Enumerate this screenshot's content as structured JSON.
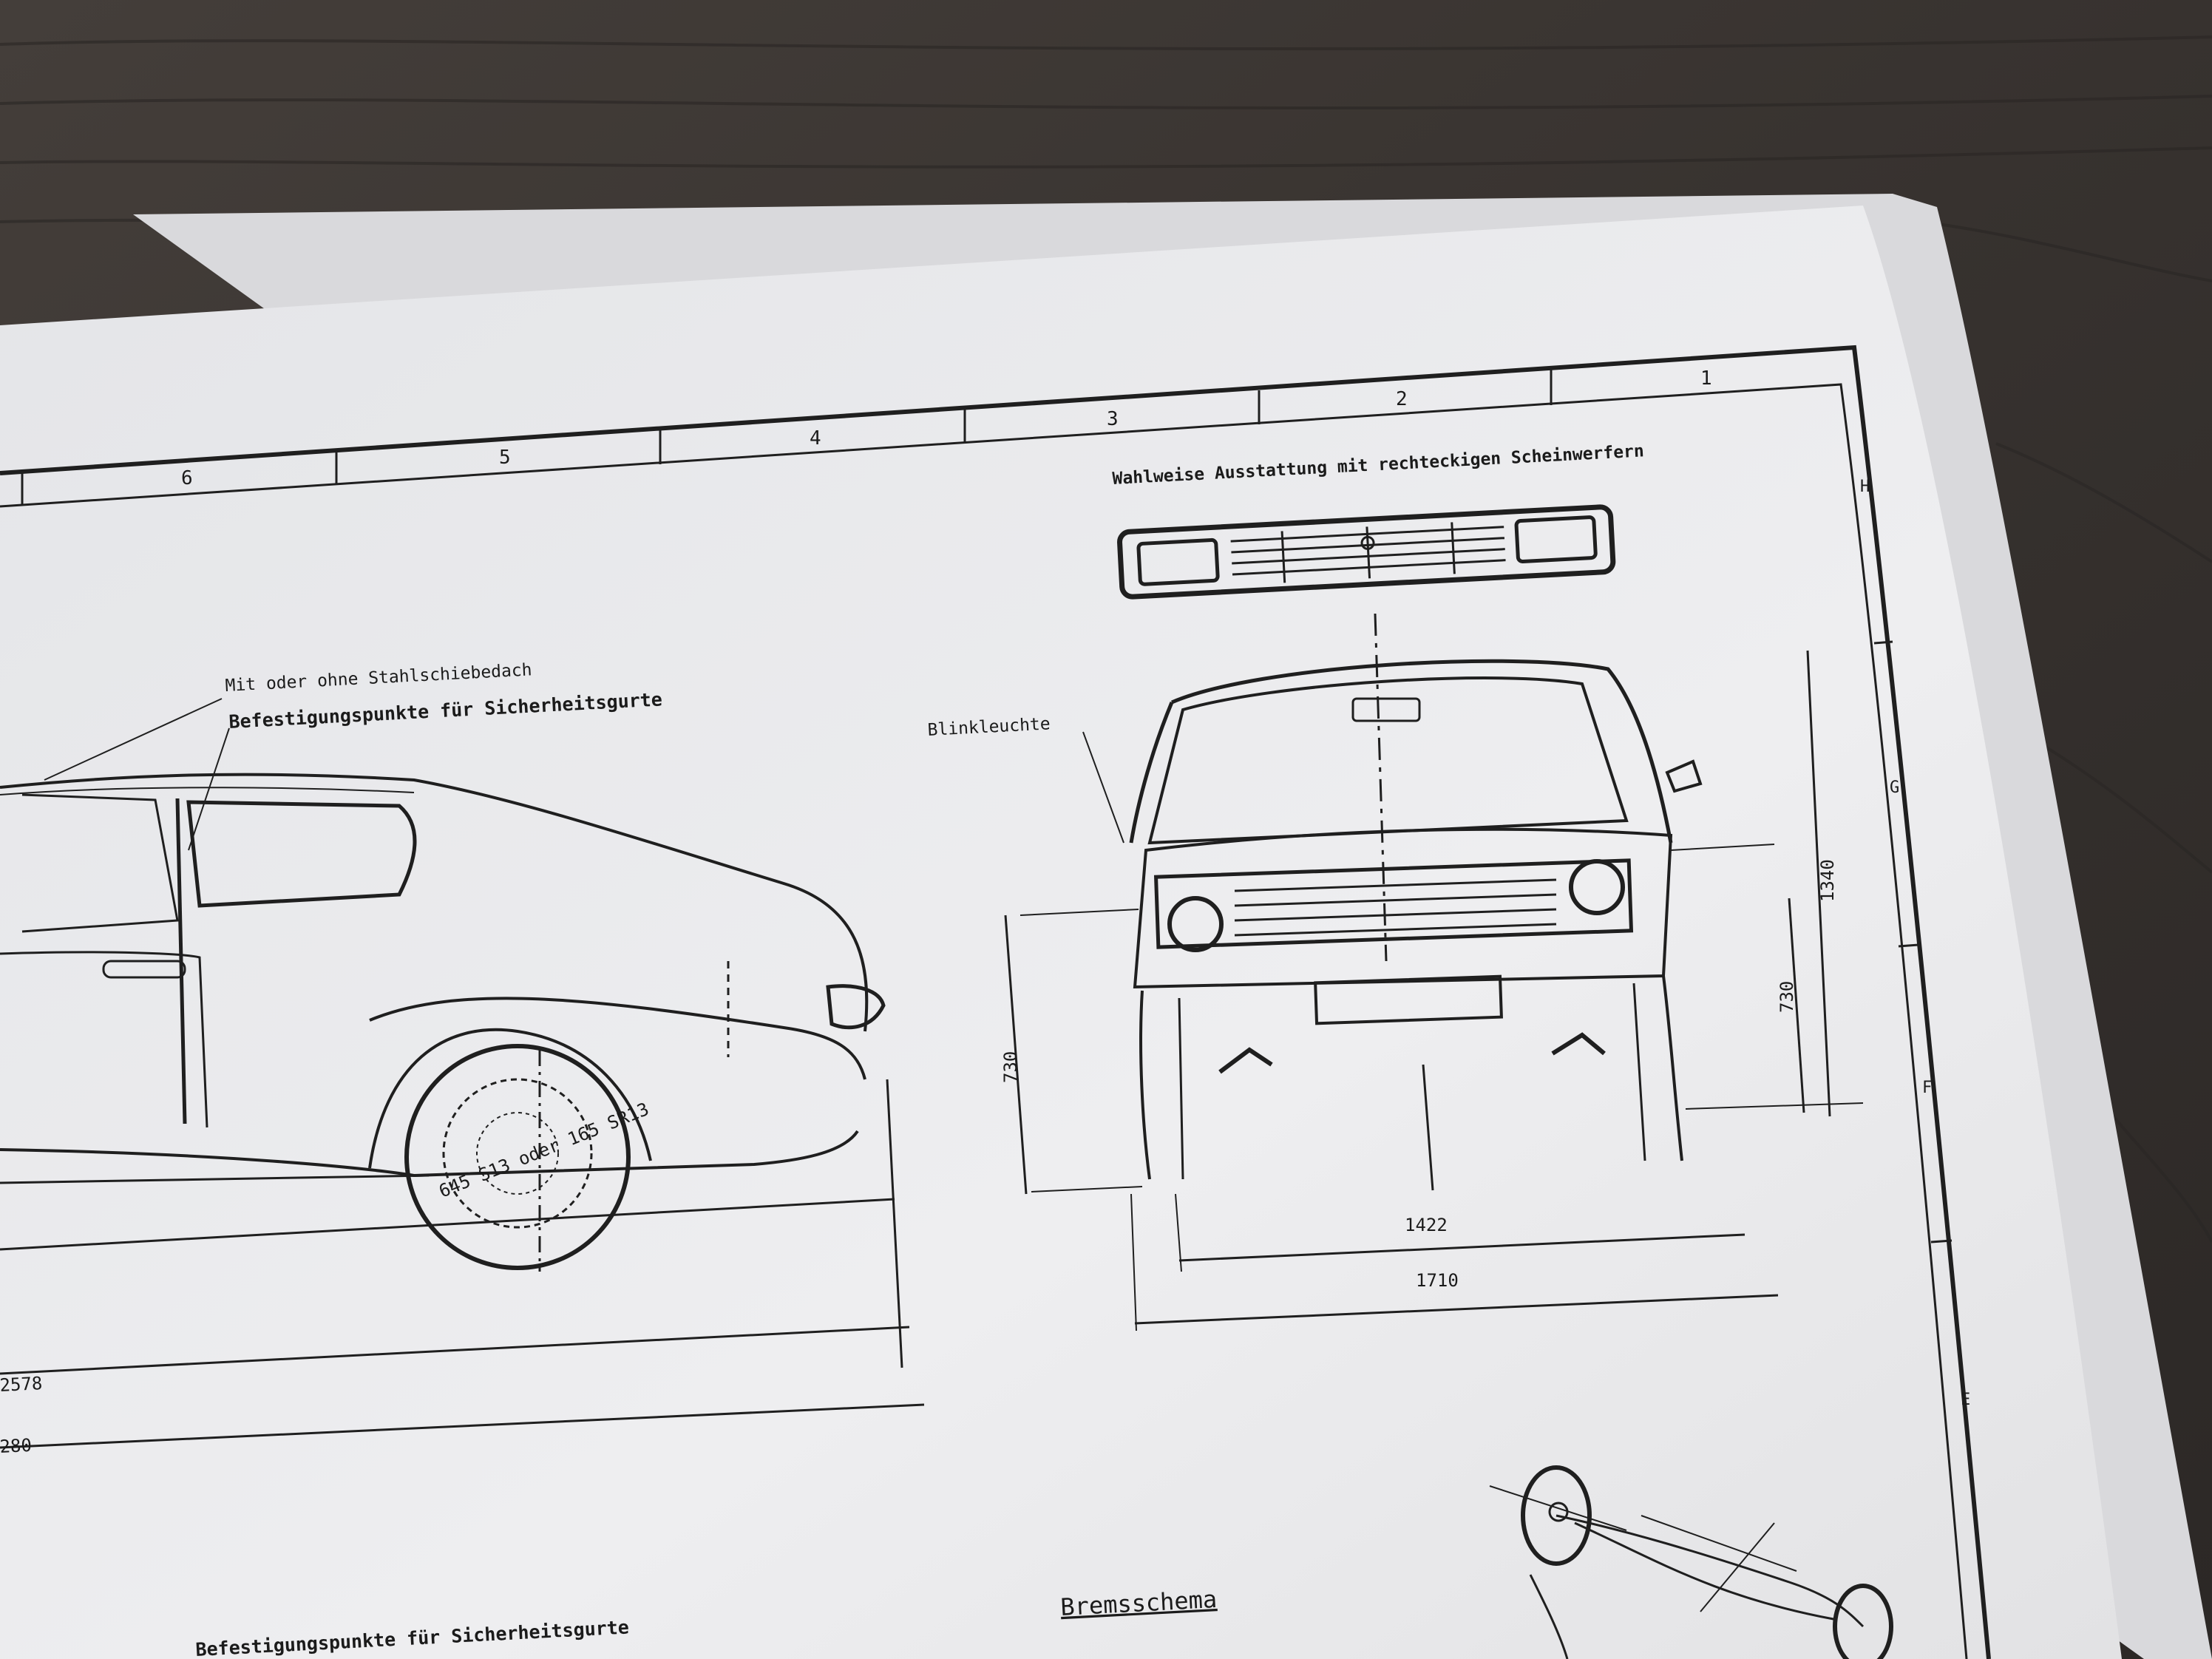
{
  "grid_labels": {
    "cols": [
      "6",
      "5",
      "4",
      "3",
      "2",
      "1"
    ],
    "rows": [
      "H",
      "G",
      "F",
      "E"
    ]
  },
  "labels": {
    "rectangular_headlights": "Wahlweise Ausstattung mit rechteckigen Scheinwerfern",
    "sliding_roof": "Mit oder ohne Stahlschiebedach",
    "belt_mounts_top": "Befestigungspunkte für Sicherheitsgurte",
    "belt_mounts_bottom": "Befestigungspunkte für Sicherheitsgurte",
    "indicator": "Blinkleuchte",
    "tyre": "645 S13 oder 165 SR13",
    "brake_diagram": "Bremsschema"
  },
  "dimensions": {
    "height": "1340",
    "front_height_right": "730",
    "front_height_left": "730",
    "track": "1422",
    "width": "1710",
    "wheelbase": "2578",
    "length": "280"
  },
  "colors": {
    "wood": "#3a3532",
    "paper": "#e9e9eb",
    "ink": "#1f1f1f"
  }
}
